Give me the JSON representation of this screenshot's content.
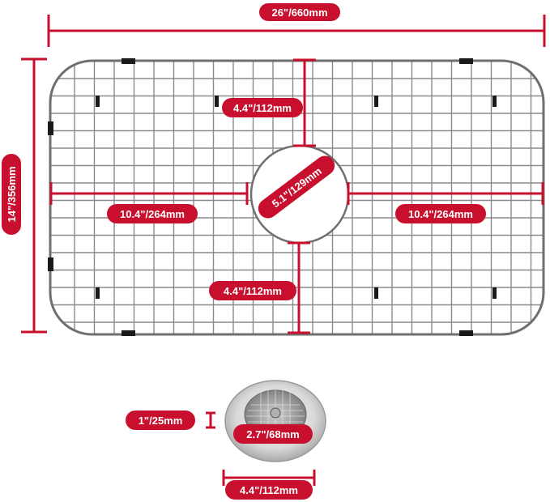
{
  "colors": {
    "accent": "#c8102e",
    "wire": "#8a8a8a",
    "frame": "#6f6f6f",
    "foot": "#1a1a1a",
    "label_text": "#ffffff"
  },
  "dimensions": {
    "overall_width": "26\"/660mm",
    "overall_height": "14\"/356mm",
    "top_gap": "4.4\"/112mm",
    "bottom_gap": "4.4\"/112mm",
    "drain_hole": "5.1\"/129mm",
    "left_span": "10.4\"/264mm",
    "right_span": "10.4\"/264mm"
  },
  "strainer": {
    "height": "1\"/25mm",
    "basket_diameter": "2.7\"/68mm",
    "flange_diameter": "4.4\"/112mm"
  },
  "icons": {
    "grid": "wire-grid-icon",
    "strainer": "sink-strainer-icon"
  }
}
